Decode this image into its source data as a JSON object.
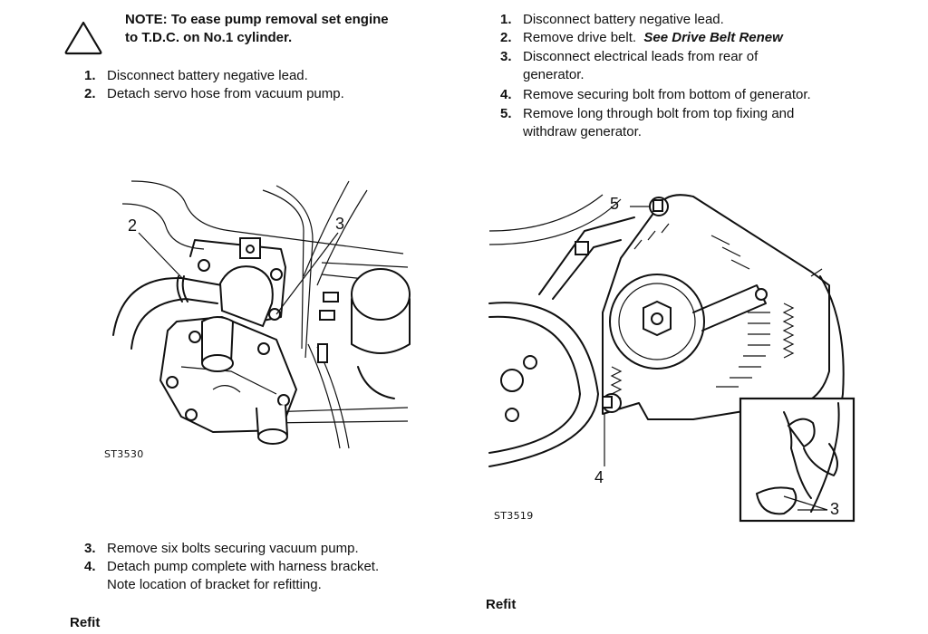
{
  "left_section": {
    "note": {
      "icon": "warning-triangle-icon",
      "lines": [
        "NOTE: To ease pump removal set engine",
        "to T.D.C. on No.1 cylinder."
      ]
    },
    "steps_before": [
      {
        "num": "1.",
        "text": "Disconnect battery negative lead."
      },
      {
        "num": "2.",
        "text": "Detach servo hose from vacuum pump."
      }
    ],
    "figure": {
      "code": "ST3530",
      "callouts": [
        "2",
        "3"
      ]
    },
    "steps_after": [
      {
        "num": "3.",
        "text": "Remove six bolts securing vacuum pump."
      },
      {
        "num": "4.",
        "text": "Detach pump complete with harness bracket.",
        "continuation": "Note location of bracket for refitting."
      }
    ],
    "refit_heading": "Refit"
  },
  "right_section": {
    "steps": [
      {
        "num": "1.",
        "text": "Disconnect battery negative lead."
      },
      {
        "num": "2.",
        "text": "Remove drive belt.",
        "link": "See  Drive Belt Renew"
      },
      {
        "num": "3.",
        "text": "Disconnect electrical leads from rear of",
        "continuation": "generator."
      },
      {
        "num": "4.",
        "text": "Remove securing bolt from bottom of generator."
      },
      {
        "num": "5.",
        "text": "Remove long through bolt from top fixing and",
        "continuation": "withdraw generator."
      }
    ],
    "figure": {
      "code": "ST3519",
      "callouts": [
        "5",
        "4",
        "3"
      ]
    },
    "refit_heading": "Refit"
  }
}
